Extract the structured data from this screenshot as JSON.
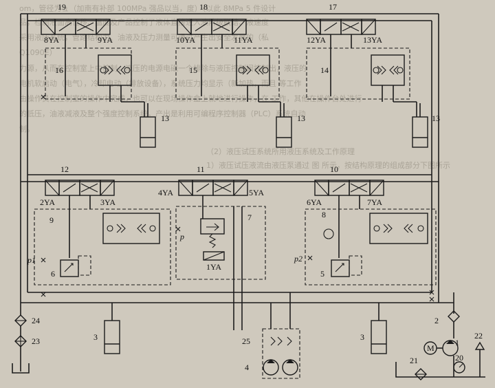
{
  "title": "",
  "background_text": [
    "om，管径为ュ（加南有补部 100MPa 强品以当，度）（以此 8MPa 5 件设计",
    "品，检测液面高位移、温度及产品控制了液体直接进入液阶级联结、液速度",
    "采用液压系统，管路结构力、油液及压力测量可通过产生出安全发展的（私",
    "Q1090E）",
    "力源，从而在控制室上中控制，液压的电源电磁一个排除与液压控制阀控制出，液压的",
    "电机软启动（电气），冷却电动（排放设备），系统压力均显示（新加热，而且 等工作",
    "由操作员在控制室的操作中完成，也可以在现场操作盒上就地进行操作，在 工作，其他在操作台处进行",
    "的低压，油液减液及整个强度控制系统，产出是利用可编程序控制器（PLC）系统自动",
    "制。",
    "（2）液压试压系统所用液压系统及工作原理",
    "1）液压试压液流由液压泵通过 图 所示，按结构原理的组成部分下图所示"
  ],
  "components": {
    "valves_top": [
      {
        "num": "19",
        "left": "8YA",
        "right": "9YA",
        "block": "16"
      },
      {
        "num": "18",
        "left": "10YA",
        "right": "11YA",
        "block": "15"
      },
      {
        "num": "17",
        "left": "12YA",
        "right": "13YA",
        "block": "14"
      }
    ],
    "cylinder_top": "13",
    "valves_mid": [
      {
        "num": "12",
        "left": "2YA",
        "right": "3YA",
        "block": "9"
      },
      {
        "num": "11",
        "left": "4YA",
        "right": "5YA",
        "block": "7"
      },
      {
        "num": "10",
        "left": "6YA",
        "right": "7YA",
        "block": "8"
      }
    ],
    "relief_left": "6",
    "relief_right": "5",
    "pressure_left": "p1",
    "pressure_right": "p2",
    "pressure_mid": "p",
    "solenoid_mid": "1YA",
    "cylinder_bottom": "3",
    "pump_motor": "M",
    "pump": "1",
    "check_valve": "2",
    "gauge": "20",
    "filter_right": "21",
    "breather": "22",
    "filter_left_top": "24",
    "filter_left_bottom": "23",
    "motor_pair": "4",
    "flow_block": "25"
  }
}
